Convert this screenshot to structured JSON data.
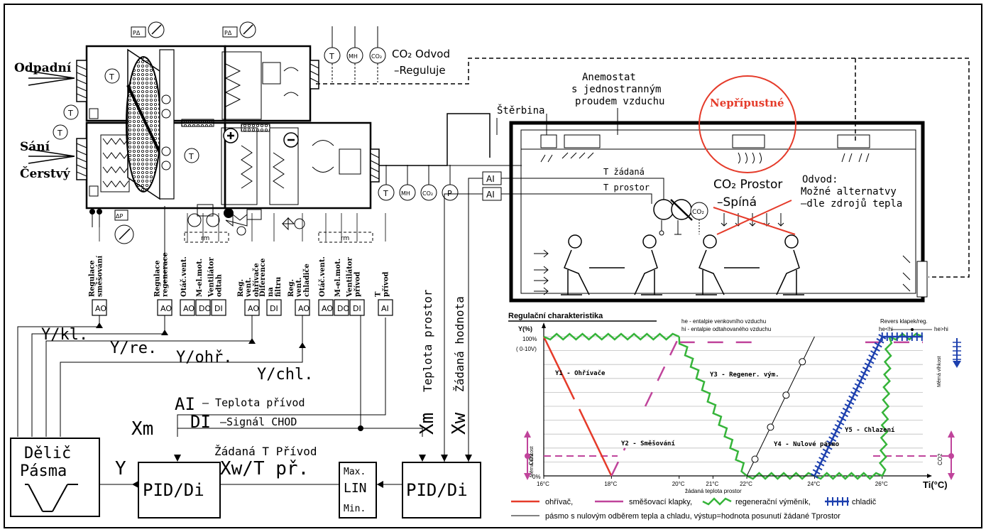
{
  "unit_labels": {
    "odpadni": "Odpadní",
    "sani": "Sání",
    "cerstvy": "Čerstvý",
    "co2_odvod": "CO₂ Odvod",
    "reguluje": "–Reguluje",
    "sensor_t": "T",
    "sensor_mh": "MH",
    "sensor_co2": "CO₂",
    "sensor_p": "P",
    "dp": "PΔ",
    "dp2": "ΔP",
    "rm": "rm"
  },
  "room": {
    "sterbina": "Štěrbina",
    "anemostat_1": "Anemostat",
    "anemostat_2": "s jednostranným",
    "anemostat_3": "proudem vzduchu",
    "nepripustne": "Nepřípustné",
    "t_zadana": "T žádaná",
    "t_prostor": "T prostor",
    "co2_prostor": "CO₂ Prostor",
    "spina": "–Spíná",
    "odvod_1": "Odvod:",
    "odvod_2": "Možné alternatvy",
    "odvod_3": "–dle zdrojů tepla",
    "ai": "AI"
  },
  "io_labels": [
    {
      "type": "AO",
      "text": "Regulace směšování"
    },
    {
      "type": "AO",
      "text": "Regulace regenerace"
    },
    {
      "type": "AO",
      "text": "Otáč.vent."
    },
    {
      "type": "DO",
      "text": "M-el.mot."
    },
    {
      "type": "DI",
      "text": "Ventilátor odtah"
    },
    {
      "type": "AO",
      "text": "Reg. vent. ohřívače"
    },
    {
      "type": "DI",
      "text": "Diference na filtru"
    },
    {
      "type": "AO",
      "text": "Reg. vent. chladiče"
    },
    {
      "type": "AO",
      "text": "Otáč.vent."
    },
    {
      "type": "DO",
      "text": "M-el.mot."
    },
    {
      "type": "DI",
      "text": "Ventilátor přívod"
    },
    {
      "type": "AI",
      "text": "T přívod"
    }
  ],
  "signals": {
    "y_kl": "Y/kl.",
    "y_re": "Y/re.",
    "y_ohr": "Y/ohř.",
    "y_chl": "Y/chl.",
    "ai_label": "AI",
    "ai_text": "– Teplota přívod",
    "di_label": "DI",
    "di_text": "–Signál CHOD",
    "xm": "Xm",
    "zadana_t": "Žádaná T Přívod",
    "xw_t": "Xw/T př.",
    "y": "Y",
    "xm_vert": "Xm",
    "teplota_prostor": "Teplota prostor",
    "xw_vert": "Xw",
    "zadana_hodnota": "Žádaná hodnota"
  },
  "blocks": {
    "delic_1": "Dělič",
    "delic_2": "Pásma",
    "pid1": "PID/Di",
    "max": "Max.",
    "lin": "LIN",
    "min": "Min.",
    "pid2": "PID/Di"
  },
  "chart_data": {
    "type": "line",
    "title": "Regulační charakteristika",
    "ylabel": "Y(%)",
    "y_ticks": [
      "100%",
      "( 0-10V)",
      "0%"
    ],
    "xlabel": "Ti(°C)",
    "x_ticks": [
      "16°C",
      "18°C",
      "20°C",
      "21°C",
      "22°C",
      "24°C",
      "26°C"
    ],
    "x_sublabel": "žádaná teplota prostor",
    "xlim": [
      16,
      27.2
    ],
    "ylim": [
      0,
      100
    ],
    "he_note": "he - entalpie venkovního vzduchu",
    "hi_note": "hi - entalpie odtahovaného vzduchu",
    "revers": "Revers klapek/reg.",
    "he_lt_hi": "he<hi",
    "he_gt_hi": "he>hi",
    "merna_vlhkost": "Měrná vlhkost",
    "co2": "CO2",
    "zone_labels": {
      "y1": "Y1 - Ohřívače",
      "y2": "Y2 - Směšování",
      "y3": "Y3 - Regener. vým.",
      "y4": "Y4 - Nulové pásmo",
      "y5": "Y5 - Chlazení"
    },
    "series": [
      {
        "name": "ohřívač",
        "color": "#e53b2a",
        "x": [
          16,
          18
        ],
        "y": [
          100,
          0
        ]
      },
      {
        "name": "směšovací klapky",
        "color": "#c0449b",
        "x": [
          18,
          20,
          22
        ],
        "y": [
          0,
          100,
          100
        ]
      },
      {
        "name": "regenerační výměník",
        "color": "#36b43a",
        "x": [
          16,
          20,
          22,
          24,
          26,
          26.2
        ],
        "y": [
          100,
          100,
          0,
          0,
          0,
          100
        ]
      },
      {
        "name": "chladič",
        "color": "#1c3fae",
        "x": [
          24,
          26
        ],
        "y": [
          0,
          100
        ]
      },
      {
        "name": "pásmo s nulovým odběrem tepla a chladu, výstup=hodnota posunutí žádané Tprostor",
        "color": "#000000",
        "x": [
          22,
          24
        ],
        "y": [
          0,
          100
        ]
      }
    ],
    "legend": {
      "ohrivac": "ohřívač,",
      "smes": "směšovací klapky,",
      "regen": "regenerační výměník,",
      "chladic": "chladič",
      "pasmo": "pásmo s nulovým odběrem tepla a chladu, výstup=hodnota posunutí žádané Tprostor"
    }
  }
}
